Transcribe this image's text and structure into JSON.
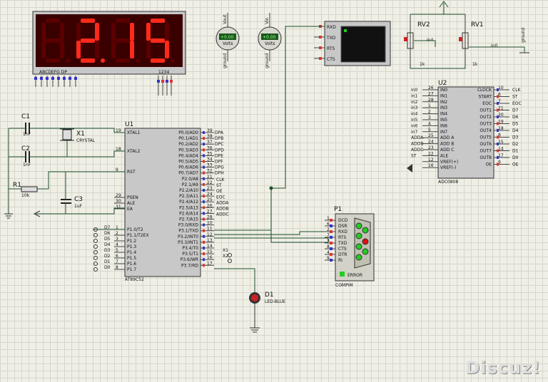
{
  "display": {
    "digits": [
      "",
      "2",
      "1",
      "5"
    ],
    "decimal_after": 1,
    "seg_label": "ABCDEFG  DP",
    "digit_label": "1234"
  },
  "volt_meters": [
    {
      "value": "+0.00",
      "unit": "Volts",
      "tag": "Vout"
    },
    {
      "value": "+0.00",
      "unit": "Volts",
      "tag": "Vin"
    }
  ],
  "virtual_terminal": {
    "pins": [
      "RXD",
      "TXD",
      "RTS",
      "CTS"
    ]
  },
  "pots": [
    {
      "ref": "RV2",
      "value": "1k",
      "label": "in4"
    },
    {
      "ref": "RV1",
      "value": "1k",
      "label": "in0"
    }
  ],
  "ground_label": "ground",
  "u1": {
    "ref": "U1",
    "part": "AT89C52",
    "left_pins": [
      {
        "name": "XTAL1",
        "num": "19"
      },
      {
        "name": "XTAL2",
        "num": "18"
      },
      {
        "name": "RST",
        "num": "9"
      },
      {
        "name": "PSEN",
        "num": "29"
      },
      {
        "name": "ALE",
        "num": "30"
      },
      {
        "name": "EA",
        "num": "31"
      },
      {
        "name": "P1.0/T2",
        "num": "1"
      },
      {
        "name": "P1.1/T2EX",
        "num": "2"
      },
      {
        "name": "P1.2",
        "num": "3"
      },
      {
        "name": "P1.3",
        "num": "4"
      },
      {
        "name": "P1.4",
        "num": "5"
      },
      {
        "name": "P1.5",
        "num": "6"
      },
      {
        "name": "P1.6",
        "num": "7"
      },
      {
        "name": "P1.7",
        "num": "8"
      }
    ],
    "right_pins": [
      {
        "name": "P0.0/AD0",
        "num": "39"
      },
      {
        "name": "P0.1/AD1",
        "num": "38"
      },
      {
        "name": "P0.2/AD2",
        "num": "37"
      },
      {
        "name": "P0.3/AD3",
        "num": "36"
      },
      {
        "name": "P0.4/AD4",
        "num": "35"
      },
      {
        "name": "P0.5/AD5",
        "num": "34"
      },
      {
        "name": "P0.6/AD6",
        "num": "33"
      },
      {
        "name": "P0.7/AD7",
        "num": "32"
      },
      {
        "name": "P2.0/A8",
        "num": "21"
      },
      {
        "name": "P2.1/A9",
        "num": "22"
      },
      {
        "name": "P2.2/A10",
        "num": "23"
      },
      {
        "name": "P2.3/A11",
        "num": "24"
      },
      {
        "name": "P2.4/A12",
        "num": "25"
      },
      {
        "name": "P2.5/A13",
        "num": "26"
      },
      {
        "name": "P2.6/A14",
        "num": "27"
      },
      {
        "name": "P2.7/A15",
        "num": "28"
      },
      {
        "name": "P3.0/RXD",
        "num": "10"
      },
      {
        "name": "P3.1/TXD",
        "num": "11"
      },
      {
        "name": "P3.2/INT0",
        "num": "12"
      },
      {
        "name": "P3.3/INT1",
        "num": "13"
      },
      {
        "name": "P3.4/T0",
        "num": "14"
      },
      {
        "name": "P3.5/T1",
        "num": "15"
      },
      {
        "name": "P3.6/WR",
        "num": "16"
      },
      {
        "name": "P3.7/RD",
        "num": "17"
      }
    ],
    "p2_labels": [
      "CLK",
      "ST",
      "OE",
      "EOC",
      "ADDA",
      "ADDB",
      "ADDC"
    ],
    "p1_labels": [
      "D7",
      "D6",
      "D5",
      "D4",
      "D3",
      "D2",
      "D1",
      "D0"
    ],
    "p0_labels": [
      "DPA",
      "DPB",
      "DPC",
      "DPD",
      "DPE",
      "DPF",
      "DPG",
      "DPH"
    ],
    "p3_labels": [
      "X1",
      "X2"
    ]
  },
  "u2": {
    "ref": "U2",
    "part": "ADC0808",
    "left_pins": [
      {
        "name": "IN0",
        "num": "26",
        "net": "in0"
      },
      {
        "name": "IN1",
        "num": "27",
        "net": "in1"
      },
      {
        "name": "IN2",
        "num": "28",
        "net": "in2"
      },
      {
        "name": "IN3",
        "num": "1",
        "net": "in3"
      },
      {
        "name": "IN4",
        "num": "2",
        "net": "in4"
      },
      {
        "name": "IN5",
        "num": "3",
        "net": "in5"
      },
      {
        "name": "IN6",
        "num": "4",
        "net": "in6"
      },
      {
        "name": "IN7",
        "num": "5",
        "net": "in7"
      },
      {
        "name": "ADD A",
        "num": "25",
        "net": "ADDA"
      },
      {
        "name": "ADD B",
        "num": "24",
        "net": "ADDB"
      },
      {
        "name": "ADD C",
        "num": "23",
        "net": "ADDC"
      },
      {
        "name": "ALE",
        "num": "22",
        "net": "ST"
      },
      {
        "name": "VREF(+)",
        "num": "12",
        "net": ""
      },
      {
        "name": "VREF(-)",
        "num": "16",
        "net": ""
      }
    ],
    "right_pins": [
      {
        "name": "CLOCK",
        "num": "10",
        "net": "CLK"
      },
      {
        "name": "START",
        "num": "6",
        "net": "ST"
      },
      {
        "name": "EOC",
        "num": "7",
        "net": "EOC"
      },
      {
        "name": "OUT1",
        "num": "21",
        "net": "D7"
      },
      {
        "name": "OUT2",
        "num": "20",
        "net": "D6"
      },
      {
        "name": "OUT3",
        "num": "19",
        "net": "D5"
      },
      {
        "name": "OUT4",
        "num": "18",
        "net": "D4"
      },
      {
        "name": "OUT5",
        "num": "8",
        "net": "D3"
      },
      {
        "name": "OUT6",
        "num": "15",
        "net": "D2"
      },
      {
        "name": "OUT7",
        "num": "14",
        "net": "D1"
      },
      {
        "name": "OUT8",
        "num": "17",
        "net": "D0"
      },
      {
        "name": "OE",
        "num": "9",
        "net": "OE"
      }
    ]
  },
  "passives": {
    "c1": {
      "ref": "C1",
      "value": "1nF"
    },
    "c2": {
      "ref": "C2",
      "value": "1nF"
    },
    "c3": {
      "ref": "C3",
      "value": "1uF"
    },
    "x1": {
      "ref": "X1",
      "value": "CRYSTAL"
    },
    "r1": {
      "ref": "R1",
      "value": "10k"
    },
    "d1": {
      "ref": "D1",
      "value": "LED-BLUE"
    }
  },
  "p1": {
    "ref": "P1",
    "part": "COMPIM",
    "pins": [
      {
        "name": "DCD",
        "num": "1"
      },
      {
        "name": "DSR",
        "num": "6"
      },
      {
        "name": "RXD",
        "num": "2"
      },
      {
        "name": "RTS",
        "num": "7"
      },
      {
        "name": "TXD",
        "num": "3"
      },
      {
        "name": "CTS",
        "num": "8"
      },
      {
        "name": "DTR",
        "num": "4"
      },
      {
        "name": "RI",
        "num": "9"
      }
    ],
    "error_label": "ERROR"
  },
  "watermark": "Discuz!",
  "colors": {
    "segment_on": "#ff2a1a",
    "display_bg": "#3a0000",
    "terminal_screen": "#111111",
    "led_green": "#22cc22",
    "led_red": "#dd1111"
  }
}
